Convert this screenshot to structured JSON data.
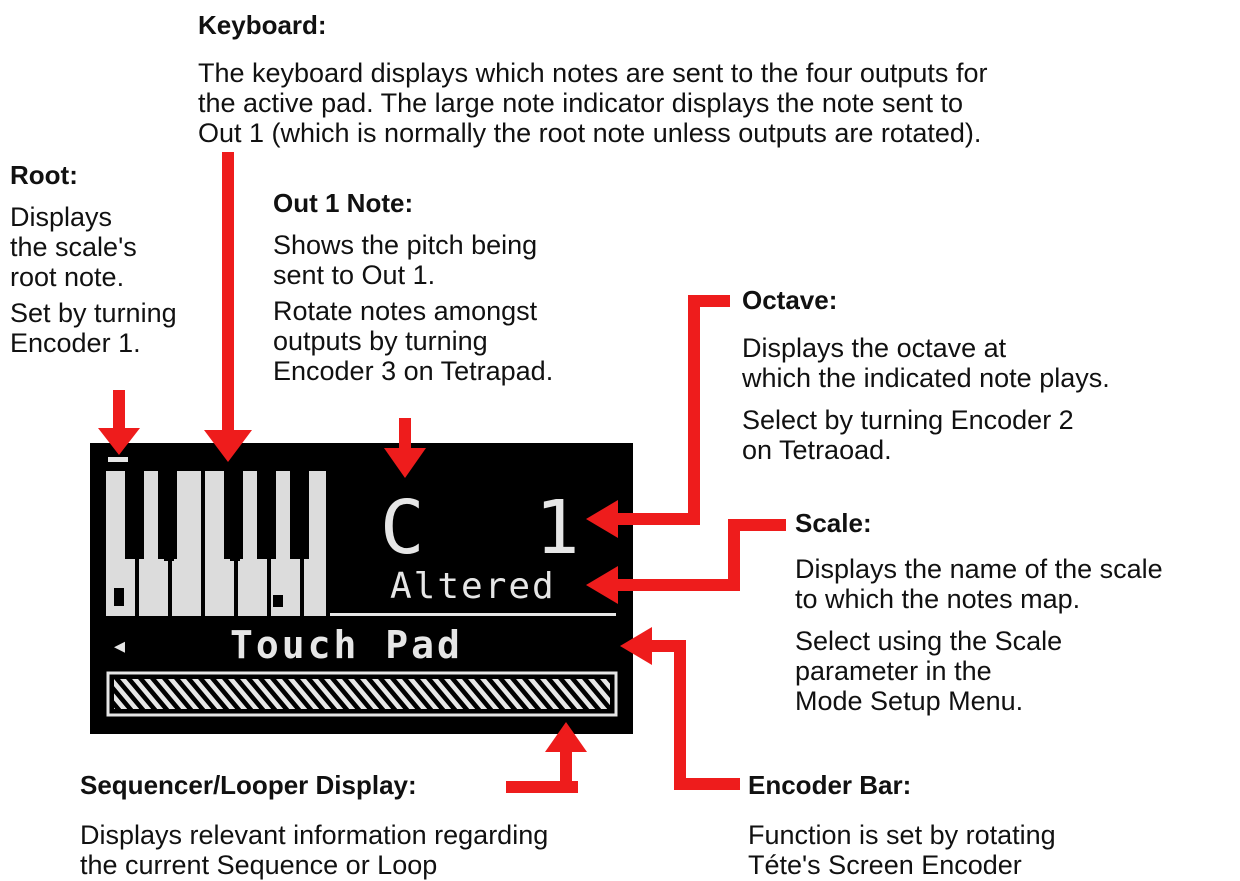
{
  "annotations": {
    "keyboard": {
      "heading": "Keyboard:",
      "text": "The keyboard displays which notes are sent to the four outputs for\nthe active pad. The large note indicator displays the note sent to\nOut 1 (which is normally the root note unless outputs are rotated)."
    },
    "root": {
      "heading": "Root:",
      "text1": "Displays\nthe scale's\nroot note.",
      "text2": "Set by turning\nEncoder 1."
    },
    "out1": {
      "heading": "Out 1 Note:",
      "text1": "Shows the pitch being\nsent to Out 1.",
      "text2": "Rotate notes amongst\noutputs by turning\nEncoder 3 on Tetrapad."
    },
    "octave": {
      "heading": "Octave:",
      "text1": "Displays the octave at\nwhich the indicated note plays.",
      "text2": "Select by turning Encoder 2\non Tetraoad."
    },
    "scale": {
      "heading": "Scale:",
      "text1": "Displays the name of the scale\nto which the notes map.",
      "text2": "Select using the Scale\nparameter in the\nMode Setup Menu."
    },
    "sequencer": {
      "heading": "Sequencer/Looper Display:",
      "text": "Displays relevant information regarding\nthe current Sequence or Loop"
    },
    "encoder": {
      "heading": "Encoder Bar:",
      "text": "Function is set by rotating\nTéte's Screen Encoder"
    }
  },
  "screen": {
    "note": "C",
    "octave": "1",
    "scale_name": "Altered",
    "encoder_label": "Touch Pad",
    "left_arrow": "◂"
  },
  "colors": {
    "arrow": "#ee1c1c",
    "screen_bg": "#000000",
    "screen_fg": "#e6e6e6"
  }
}
